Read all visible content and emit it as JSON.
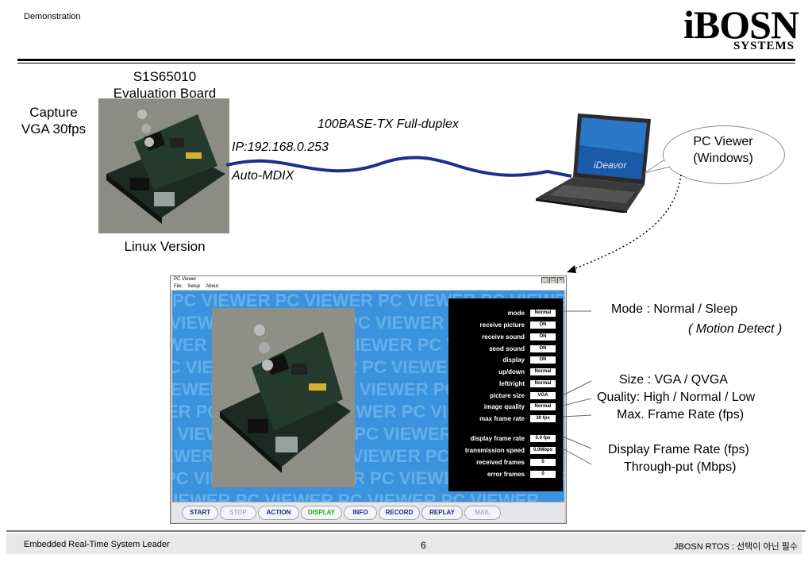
{
  "header": {
    "demo_label": "Demonstration",
    "logo_main": "iBOSN",
    "logo_sub": "SYSTEMS"
  },
  "board": {
    "title_line1": "S1S65010",
    "title_line2": "Evaluation Board",
    "capture_line1": "Capture",
    "capture_line2": "VGA 30fps",
    "version": "Linux Version"
  },
  "network": {
    "link": "100BASE-TX Full-duplex",
    "ip": "IP:192.168.0.253",
    "mdix": "Auto-MDIX"
  },
  "pc_bubble": {
    "line1": "PC Viewer",
    "line2": "(Windows)"
  },
  "viewer": {
    "title": "PC Viewer",
    "menu": [
      "File",
      "Setup",
      "About"
    ],
    "watermark": "PC VIEWER PC VIEWER PC VIEWER PC VIEWER",
    "panel_rows": [
      {
        "label": "mode",
        "value": "Normal"
      },
      {
        "label": "receive picture",
        "value": "ON"
      },
      {
        "label": "receive sound",
        "value": "ON"
      },
      {
        "label": "send sound",
        "value": "ON"
      },
      {
        "label": "display",
        "value": "ON"
      },
      {
        "label": "up/down",
        "value": "Normal"
      },
      {
        "label": "left/right",
        "value": "Normal"
      },
      {
        "label": "picture size",
        "value": "VGA"
      },
      {
        "label": "image quality",
        "value": "Normal"
      },
      {
        "label": "max frame rate",
        "value": "30 fps"
      },
      {
        "label": "display frame rate",
        "value": "0.0 fps"
      },
      {
        "label": "transmission speed",
        "value": "0.0Mbps"
      },
      {
        "label": "received frames",
        "value": "0"
      },
      {
        "label": "error frames",
        "value": "0"
      }
    ],
    "buttons": [
      {
        "label": "START",
        "color": "#1a2a8a"
      },
      {
        "label": "STOP",
        "color": "#a9acc8"
      },
      {
        "label": "ACTION",
        "color": "#1a2a8a"
      },
      {
        "label": "DISPLAY",
        "color": "#2fa52f"
      },
      {
        "label": "INFO",
        "color": "#1a2a8a"
      },
      {
        "label": "RECORD",
        "color": "#1a2a8a"
      },
      {
        "label": "REPLAY",
        "color": "#1a2a8a"
      },
      {
        "label": "MAIL",
        "color": "#a9acc8"
      }
    ]
  },
  "annotations": {
    "mode": "Mode   : Normal / Sleep",
    "motion": "( Motion Detect )",
    "size": "Size     : VGA / QVGA",
    "quality": "Quality: High / Normal / Low",
    "max_rate": "Max. Frame Rate (fps)",
    "display_rate": "Display Frame Rate (fps)",
    "throughput": "Through-put (Mbps)"
  },
  "footer": {
    "left": "Embedded Real-Time System Leader",
    "page": "6",
    "right": "JBOSN RTOS : 선택이 아닌 필수"
  }
}
